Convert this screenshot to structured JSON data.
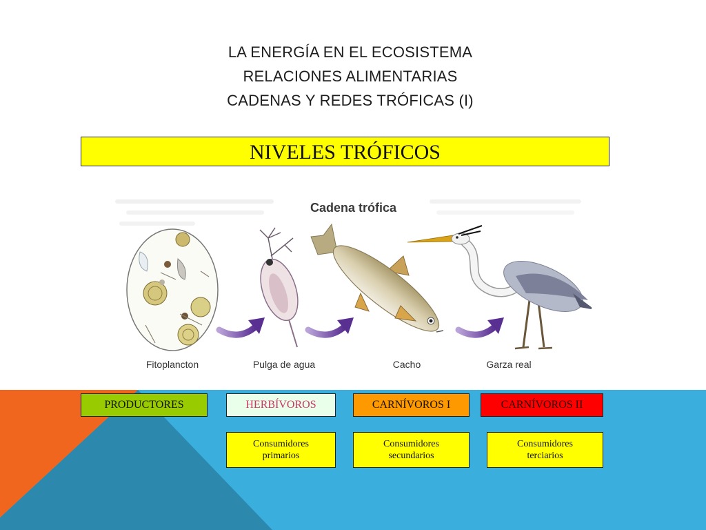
{
  "slide": {
    "title_lines": [
      "LA ENERGÍA EN EL ECOSISTEMA",
      "RELACIONES ALIMENTARIAS",
      "CADENAS Y REDES TRÓFICAS (I)"
    ],
    "banner": "NIVELES TRÓFICOS",
    "banner_color": "#ffff00"
  },
  "figure": {
    "title": "Cadena trófica",
    "organisms": [
      "Fitoplancton",
      "Pulga de agua",
      "Cacho",
      "Garza real"
    ],
    "arrow_color": "#6b3fa0"
  },
  "levels": [
    {
      "label": "PRODUCTORES",
      "color": "#99cc00",
      "text_color": "#111111"
    },
    {
      "label": "HERBÍVOROS",
      "color": "#eaffea",
      "text_color": "#cc3366"
    },
    {
      "label": "CARNÍVOROS I",
      "color": "#ff9900",
      "text_color": "#111111"
    },
    {
      "label": "CARNÍVOROS II",
      "color": "#ff0000",
      "text_color": "#2a0000"
    }
  ],
  "consumers": [
    {
      "line1": "Consumidores",
      "line2": "primarios"
    },
    {
      "line1": "Consumidores",
      "line2": "secundarios"
    },
    {
      "line1": "Consumidores",
      "line2": "terciarios"
    }
  ],
  "theme": {
    "band_blue": "#3aafdd",
    "band_orange": "#f0661e",
    "band_dark_blue": "#2c88ad"
  }
}
